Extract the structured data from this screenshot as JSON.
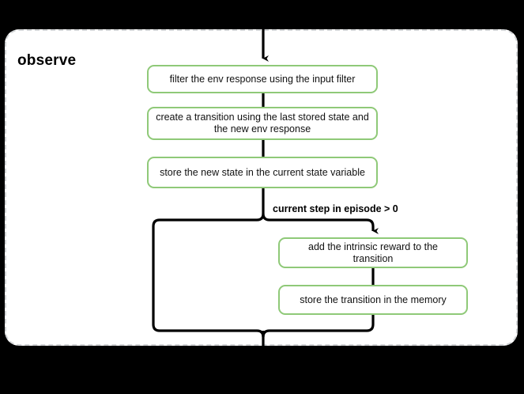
{
  "diagram": {
    "type": "flowchart",
    "title": "observe",
    "background_color": "#000000",
    "container": {
      "label": "observe",
      "fill_color": "#ffffff",
      "border_color": "#d2d4d6",
      "border_style": "dashed"
    },
    "node_colors": {
      "border": "#8fc978",
      "fill": "#ffffff",
      "text": "#111111"
    },
    "connector_color": "#000000",
    "nodes": [
      {
        "id": "n1",
        "label": "filter the env response using the input filter"
      },
      {
        "id": "n2",
        "label": "create a transition using the last stored state and the new env response"
      },
      {
        "id": "n3",
        "label": "store the new state in the current state variable"
      },
      {
        "id": "n4",
        "label": "add the intrinsic reward to the transition"
      },
      {
        "id": "n5",
        "label": "store the transition in the memory"
      }
    ],
    "edges": [
      {
        "from": "entry",
        "to": "n1",
        "label": ""
      },
      {
        "from": "n1",
        "to": "n2",
        "label": ""
      },
      {
        "from": "n2",
        "to": "n3",
        "label": ""
      },
      {
        "from": "n3",
        "to": "branch",
        "label": ""
      },
      {
        "from": "branch",
        "to": "n4",
        "label": "current step in episode > 0"
      },
      {
        "from": "n4",
        "to": "n5",
        "label": ""
      },
      {
        "from": "n5",
        "to": "merge",
        "label": ""
      },
      {
        "from": "branch",
        "to": "merge",
        "label": ""
      },
      {
        "from": "merge",
        "to": "exit",
        "label": ""
      }
    ],
    "condition_label": "current step in episode > 0"
  }
}
